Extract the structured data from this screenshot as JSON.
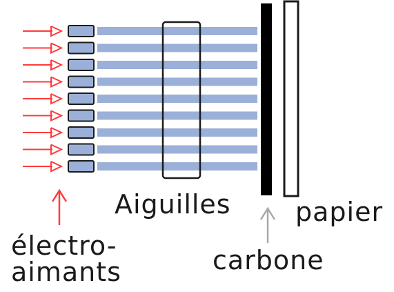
{
  "labels": {
    "needles": "Aiguilles",
    "paper": "papier",
    "electromagnets_line1": "électro-",
    "electromagnets_line2": "aimants",
    "carbon": "carbone"
  },
  "colors": {
    "arrow_red": "#ff3b3b",
    "needle_blue": "#9bb0d8",
    "magnet_fill": "#9bb0d8",
    "outline": "#1a1a1a",
    "carbon_black": "#000000",
    "pointer_gray": "#a8a8a8"
  },
  "needle_count": 9
}
